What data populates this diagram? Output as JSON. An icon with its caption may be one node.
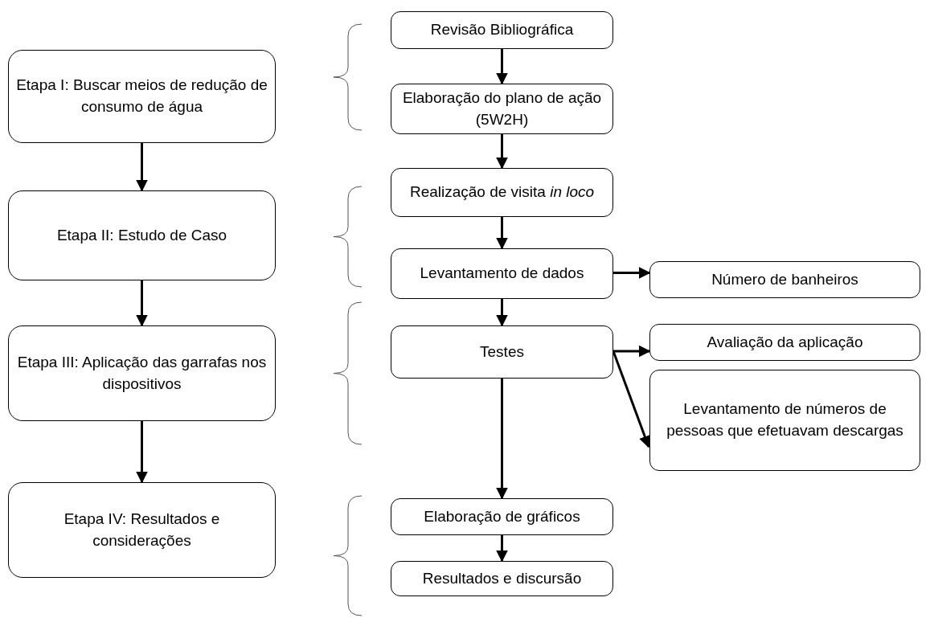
{
  "diagram": {
    "nodes": [
      {
        "text": [
          "Etapa I: Buscar meios de redução de consumo de água"
        ]
      },
      {
        "text": [
          "Etapa II: Estudo de Caso"
        ]
      },
      {
        "text": [
          "Etapa III: Aplicação das garrafas nos dispositivos"
        ]
      },
      {
        "text": [
          "Etapa IV: Resultados e considerações"
        ]
      },
      {
        "text": [
          "Revisão Bibliográfica"
        ]
      },
      {
        "text": [
          "Elaboração do plano de ação (5W2H)"
        ]
      },
      {
        "text": [
          "Realização de visita *in loco*"
        ]
      },
      {
        "text": [
          "Levantamento de dados"
        ]
      },
      {
        "text": [
          "Número de banheiros"
        ]
      },
      {
        "text": [
          "Testes"
        ]
      },
      {
        "text": [
          "Avaliação da aplicação"
        ]
      },
      {
        "text": [
          "Levantamento de números de pessoas que efetuavam descargas"
        ]
      },
      {
        "text": [
          "Elaboração de gráficos"
        ]
      },
      {
        "text": [
          "Resultados e discursão"
        ]
      }
    ],
    "edges": [
      {
        "from": 0,
        "to": 1,
        "arrow": "to"
      },
      {
        "from": 1,
        "to": 2,
        "arrow": "to"
      },
      {
        "from": 2,
        "to": 3,
        "arrow": "to"
      },
      {
        "from": 4,
        "to": 5,
        "arrow": "to"
      },
      {
        "from": 5,
        "to": 6,
        "arrow": "to"
      },
      {
        "from": 6,
        "to": 7,
        "arrow": "to"
      },
      {
        "from": 7,
        "to": 8,
        "arrow": "to"
      },
      {
        "from": 7,
        "to": 9,
        "arrow": "to"
      },
      {
        "from": 9,
        "to": 10,
        "arrow": "to"
      },
      {
        "from": 9,
        "to": 11,
        "arrow": "to"
      },
      {
        "from": 9,
        "to": 12,
        "arrow": "to"
      },
      {
        "from": 12,
        "to": 13,
        "arrow": "to"
      }
    ]
  }
}
